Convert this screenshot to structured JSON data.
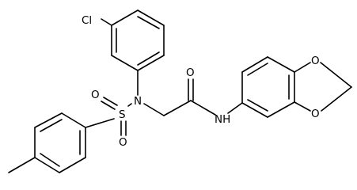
{
  "molecule": {
    "atom_labels": {
      "chlorine": "Cl",
      "sulfonamide_nitrogen": "N",
      "sulfur": "S",
      "sulfonyl_oxygen_top": "O",
      "sulfonyl_oxygen_bottom": "O",
      "carbonyl_oxygen": "O",
      "amide_nitrogen": "NH",
      "dioxole_oxygen_top": "O",
      "dioxole_oxygen_bottom": "O"
    }
  }
}
